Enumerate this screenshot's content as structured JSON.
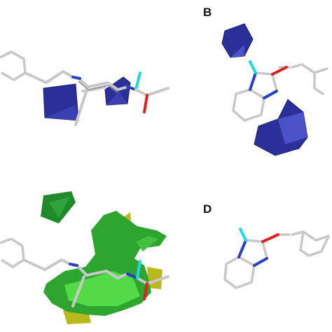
{
  "panels": [
    {
      "id": "A",
      "label": ""
    },
    {
      "id": "B",
      "label": "B"
    },
    {
      "id": "C",
      "label": ""
    },
    {
      "id": "D",
      "label": "D"
    }
  ],
  "colors": {
    "background": "#ffffff",
    "stick": "#c8c8c8",
    "stick_shadow": "#8c8c8c",
    "nitrogen": "#2c3fc0",
    "oxygen": "#e02020",
    "hydrogen": "#20d8e0",
    "contour_blue": "#2b2f9a",
    "contour_blue_light": "#4b52c8",
    "contour_green": "#1f9a1f",
    "contour_green_light": "#3fd23f",
    "contour_yellow": "#b9b91e"
  },
  "icons": [
    "molecule-stick-model",
    "field-contour-surface"
  ]
}
